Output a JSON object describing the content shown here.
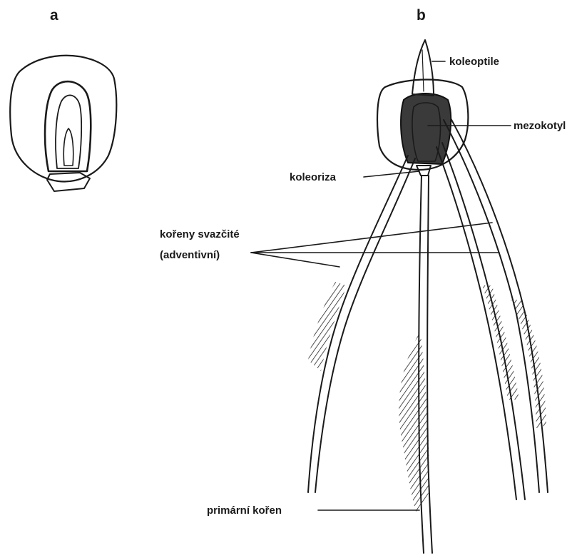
{
  "panels": {
    "a": {
      "letter": "a"
    },
    "b": {
      "letter": "b"
    }
  },
  "labels": {
    "koleoptile": "koleoptile",
    "mezokotyl": "mezokotyl",
    "koleoriza": "koleoriza",
    "koreny_line1": "kořeny svazčité",
    "koreny_line2": "(adventivní)",
    "primarni_koren": "primární kořen"
  }
}
